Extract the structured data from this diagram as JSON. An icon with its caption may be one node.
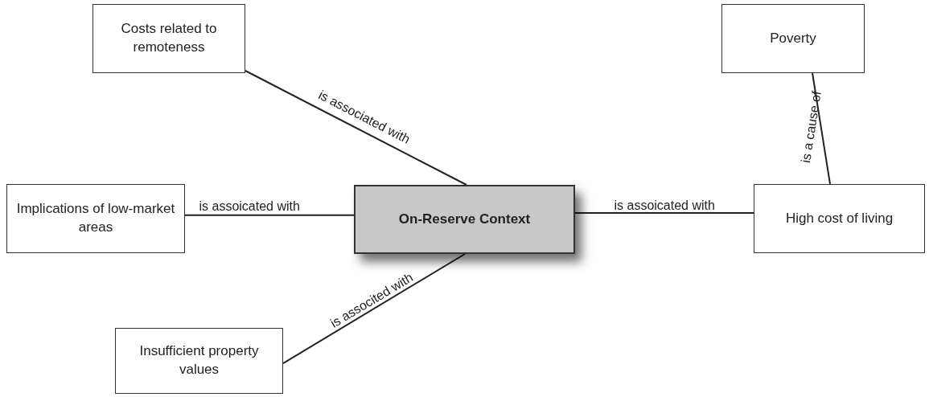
{
  "diagram": {
    "nodes": [
      {
        "text": [
          "Costs related to remoteness"
        ]
      },
      {
        "text": [
          "Poverty"
        ]
      },
      {
        "text": [
          "Implications of low-market areas"
        ]
      },
      {
        "text": [
          "On-Reserve Context"
        ]
      },
      {
        "text": [
          "High cost of living"
        ]
      },
      {
        "text": [
          "Insufficient property values"
        ]
      }
    ],
    "edges": [
      {
        "from": 3,
        "to": 0,
        "arrow": "none",
        "label": "is associated with"
      },
      {
        "from": 3,
        "to": 2,
        "arrow": "none",
        "label": "is assoicated with"
      },
      {
        "from": 3,
        "to": 4,
        "arrow": "none",
        "label": "is assoicated with"
      },
      {
        "from": 3,
        "to": 5,
        "arrow": "none",
        "label": "is associted with"
      },
      {
        "from": 1,
        "to": 4,
        "arrow": "none",
        "label": "is a cause of"
      }
    ]
  }
}
